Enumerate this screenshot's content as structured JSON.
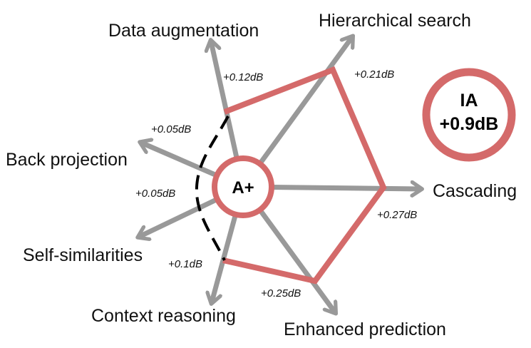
{
  "center": {
    "label": "A+"
  },
  "result": {
    "title": "IA",
    "value": "+0.9dB"
  },
  "branches": [
    {
      "label": "Data augmentation",
      "gain": "+0.12dB"
    },
    {
      "label": "Hierarchical search",
      "gain": "+0.21dB"
    },
    {
      "label": "Cascading",
      "gain": "+0.27dB"
    },
    {
      "label": "Enhanced prediction",
      "gain": "+0.25dB"
    },
    {
      "label": "Context reasoning",
      "gain": "+0.1dB"
    },
    {
      "label": "Self-similarities",
      "gain": "+0.05dB"
    },
    {
      "label": "Back projection",
      "gain": "+0.05dB"
    }
  ],
  "colors": {
    "arrow": "#999999",
    "accent": "#d46a6a",
    "dashed": "#000000",
    "text": "#111111"
  }
}
